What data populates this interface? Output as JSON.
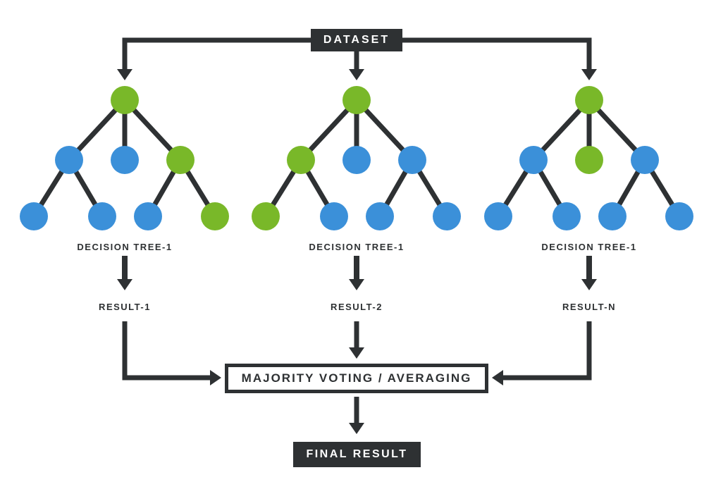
{
  "colors": {
    "dark": "#2e3133",
    "green": "#79b829",
    "blue": "#3b90d9",
    "box_text": "#ffffff",
    "background": "#ffffff"
  },
  "dataset": {
    "label": "DATASET"
  },
  "trees": [
    {
      "label": "DECISION TREE-1",
      "result": "RESULT-1",
      "root": "green",
      "level2": [
        "blue",
        "blue",
        "green"
      ],
      "leaves": [
        "blue",
        "blue",
        "blue",
        "green"
      ]
    },
    {
      "label": "DECISION TREE-1",
      "result": "RESULT-2",
      "root": "green",
      "level2": [
        "green",
        "blue",
        "blue"
      ],
      "leaves": [
        "green",
        "blue",
        "blue",
        "blue"
      ]
    },
    {
      "label": "DECISION TREE-1",
      "result": "RESULT-N",
      "root": "green",
      "level2": [
        "blue",
        "green",
        "blue"
      ],
      "leaves": [
        "blue",
        "blue",
        "blue",
        "blue"
      ]
    }
  ],
  "aggregator": {
    "label": "MAJORITY VOTING / AVERAGING"
  },
  "final_result": {
    "label": "FINAL RESULT"
  }
}
